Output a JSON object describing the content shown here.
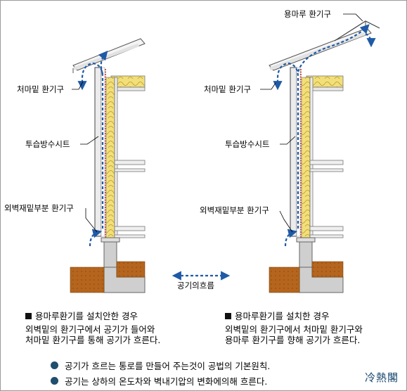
{
  "labels": {
    "ridge_vent": "용마루 환기구",
    "eave_vent_left": "처마밑 환기구",
    "eave_vent_right": "처마밑 환기구",
    "membrane_left": "투습방수시트",
    "membrane_right": "투습방수시트",
    "bottom_vent_left": "외벽재밑부분 환기구",
    "bottom_vent_right": "외벽재밑부분 환기구",
    "airflow_legend": "공기의흐름"
  },
  "captions": {
    "left": {
      "title": "용마루환기를 설치안한 경우",
      "line1": "외벽밑의 환기구에서 공기가 들어와",
      "line2": "처마밑 환기구를 통해 공기가 흐른다."
    },
    "right": {
      "title": "용마루환기를 설치한 경우",
      "line1": "외벽밑의 환기구에서 처마밑 환기구와",
      "line2": "용마루 환기구를 향해 공기가 흐른다."
    }
  },
  "bullets": [
    "공기가 흐르는 통로를 만들어 주는것이 공법의 기본원칙.",
    "공기는 상하의 온도차와 벽내기압의 변화에의해 흐른다."
  ],
  "brand": "冷熱閣",
  "colors": {
    "airflow": "#1f5aa6",
    "insulation": "#f2df7a",
    "membrane": "#c0392b",
    "soil": "#b5651d",
    "foundation": "#cfcfcf"
  }
}
